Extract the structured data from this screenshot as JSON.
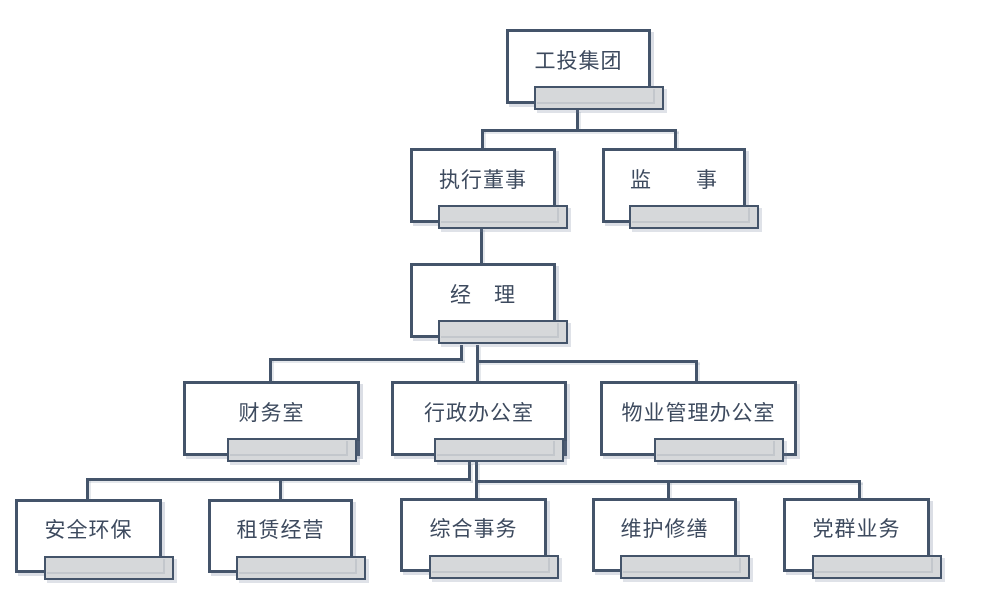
{
  "diagram": {
    "type": "org-chart",
    "nodes": [
      {
        "id": "gongtou-group",
        "label": "工投集团",
        "level": 1,
        "parent": null
      },
      {
        "id": "executive-director",
        "label": "执行董事",
        "level": 2,
        "parent": "gongtou-group"
      },
      {
        "id": "supervisor",
        "label": "监　　事",
        "level": 2,
        "parent": "gongtou-group"
      },
      {
        "id": "manager",
        "label": "经　理",
        "level": 3,
        "parent": "executive-director"
      },
      {
        "id": "finance-office",
        "label": "财务室",
        "level": 4,
        "parent": "manager"
      },
      {
        "id": "admin-office",
        "label": "行政办公室",
        "level": 4,
        "parent": "manager"
      },
      {
        "id": "property-management-office",
        "label": "物业管理办公室",
        "level": 4,
        "parent": "manager"
      },
      {
        "id": "safety-environment",
        "label": "安全环保",
        "level": 5,
        "parent": "admin-office"
      },
      {
        "id": "leasing-operations",
        "label": "租赁经营",
        "level": 5,
        "parent": "admin-office"
      },
      {
        "id": "general-affairs",
        "label": "综合事务",
        "level": 5,
        "parent": "admin-office"
      },
      {
        "id": "maintenance-repair",
        "label": "维护修缮",
        "level": 5,
        "parent": "admin-office"
      },
      {
        "id": "party-mass-affairs",
        "label": "党群业务",
        "level": 5,
        "parent": "admin-office"
      }
    ],
    "colors": {
      "box_border": "#44546A",
      "box_fill": "#FFFFFF",
      "tab_fill": "#D6D8DA",
      "tab_bevel": "#C3C7CC",
      "connector": "#44546A",
      "label_text": "#3D4A5E",
      "background": "#FFFFFF"
    }
  }
}
